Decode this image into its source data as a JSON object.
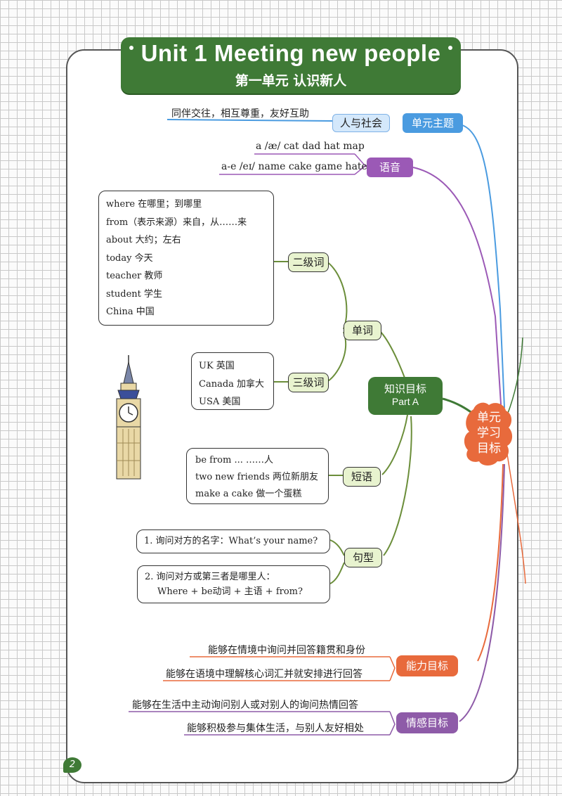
{
  "page_number": "2",
  "title": {
    "english": "Unit 1    Meeting new people",
    "chinese": "第一单元   认识新人"
  },
  "center_node": {
    "label": "单元\n学习\n目标",
    "color": "#e86a3c"
  },
  "theme": {
    "branch": "单元主题",
    "category": "人与社会",
    "note": "同伴交往，相互尊重，友好互助"
  },
  "phonics": {
    "branch": "语音",
    "lines": [
      "a /æ/ cat dad hat map",
      "a-e /eɪ/ name cake game hate"
    ]
  },
  "knowledge": {
    "branch": "知识目标",
    "part": "Part A",
    "words": {
      "label": "单词",
      "level2": {
        "label": "二级词",
        "items": [
          "where 在哪里；到哪里",
          "from（表示来源）来自，从……来",
          "about 大约；左右",
          "today 今天",
          "teacher 教师",
          "student 学生",
          "China 中国"
        ]
      },
      "level3": {
        "label": "三级词",
        "items": [
          "UK 英国",
          "Canada 加拿大",
          "USA 美国"
        ]
      }
    },
    "phrases": {
      "label": "短语",
      "items": [
        "be from ... ……人",
        "two new friends 两位新朋友",
        "make a cake 做一个蛋糕"
      ]
    },
    "sentences": {
      "label": "句型",
      "item1": "1. 询问对方的名字：What’s your name?",
      "item2_line1": "2. 询问对方或第三者是哪里人：",
      "item2_line2": "Where + be动词 + 主语 + from?"
    }
  },
  "ability": {
    "branch": "能力目标",
    "lines": [
      "能够在情境中询问并回答籍贯和身份",
      "能够在语境中理解核心词汇并就安排进行回答"
    ]
  },
  "emotion": {
    "branch": "情感目标",
    "lines": [
      "能够在生活中主动询问别人或对别人的询问热情回答",
      "能够积极参与集体生活，与别人友好相处"
    ]
  },
  "colors": {
    "theme_blue": "#4a9be0",
    "phonics_purple": "#9b59b6",
    "knowledge_green": "#3f7a36",
    "ability_orange": "#e86a3c",
    "emotion_purple": "#8e5ba8"
  }
}
